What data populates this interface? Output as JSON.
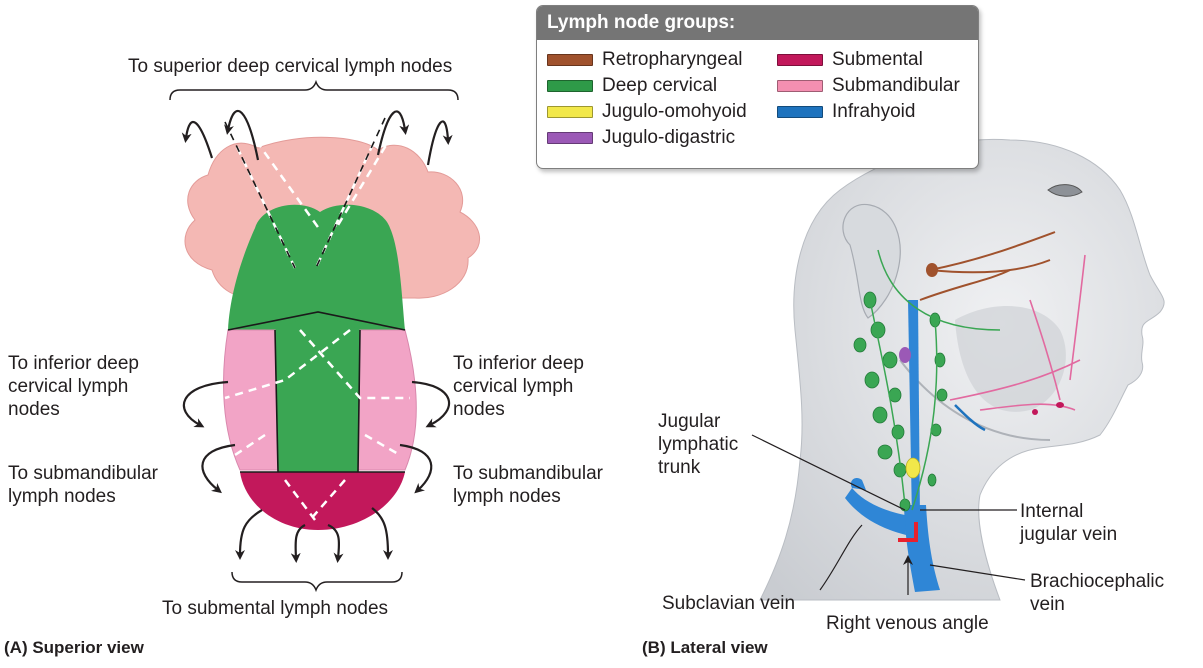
{
  "legend": {
    "title": "Lymph node groups:",
    "items": [
      {
        "label": "Retropharyngeal",
        "color": "#a0522d"
      },
      {
        "label": "Deep cervical",
        "color": "#2e9a48"
      },
      {
        "label": "Jugulo-omohyoid",
        "color": "#f2e84a"
      },
      {
        "label": "Jugulo-digastric",
        "color": "#9b59b6"
      },
      {
        "label": "Submental",
        "color": "#c2185b"
      },
      {
        "label": "Submandibular",
        "color": "#f48fb1"
      },
      {
        "label": "Infrahyoid",
        "color": "#1e73be"
      }
    ]
  },
  "panel_a": {
    "view_label": "(A) Superior view",
    "top_label": "To superior deep cervical lymph nodes",
    "left_inferior": "To inferior deep\ncervical lymph\nnodes",
    "right_inferior": "To inferior deep\ncervical lymph\nnodes",
    "left_submandibular": "To submandibular\nlymph nodes",
    "right_submandibular": "To submandibular\nlymph nodes",
    "bottom_label": "To submental lymph nodes"
  },
  "panel_b": {
    "view_label": "(B) Lateral view",
    "jugular_trunk": "Jugular\nlymphatic\ntrunk",
    "internal_jugular": "Internal\njugular vein",
    "brachiocephalic": "Brachiocephalic\nvein",
    "subclavian": "Subclavian vein",
    "venous_angle": "Right venous angle"
  },
  "colors": {
    "tongue_back": "#f4b8b4",
    "deep_cervical": "#3aa653",
    "submandibular": "#f2a4c6",
    "submental": "#c2185b",
    "vein": "#2f86d6",
    "skin": "#e4e6e9",
    "arrow": "#231f20"
  }
}
